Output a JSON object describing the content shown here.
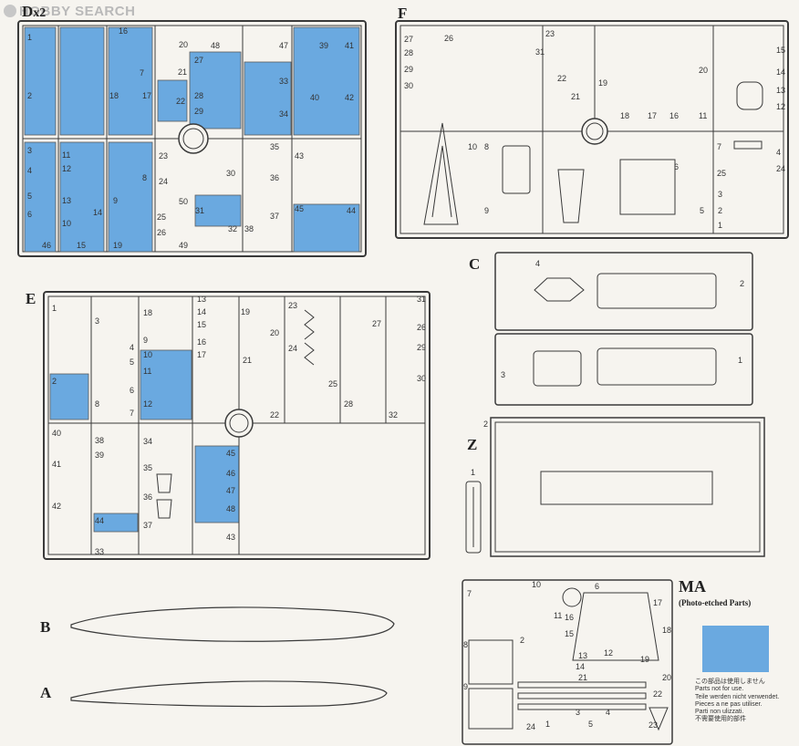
{
  "watermark": "HOBBY SEARCH",
  "sprue_labels": {
    "d": "D",
    "d_count": "x2",
    "f": "F",
    "e": "E",
    "c": "C",
    "z": "Z",
    "b": "B",
    "a": "A",
    "ma": "MA"
  },
  "ma_subtitle": "(Photo-etched Parts)",
  "colors": {
    "unused_fill": "#6aa9e0",
    "line": "#3a3a3a",
    "background": "#f6f4ef"
  },
  "legend_note": [
    "この部品は使用しません",
    "Parts not for use.",
    "Teile werden nicht verwendet.",
    "Pieces a ne pas utiliser.",
    "Parti non ulizzati.",
    "不需要使用的部件"
  ],
  "part_numbers": {
    "d": [
      "1",
      "2",
      "16",
      "20",
      "21",
      "22",
      "47",
      "48",
      "27",
      "29",
      "28",
      "33",
      "34",
      "39",
      "40",
      "41",
      "42",
      "17",
      "18",
      "3",
      "4",
      "5",
      "11",
      "12",
      "13",
      "14",
      "15",
      "19",
      "23",
      "24",
      "25",
      "26",
      "30",
      "31",
      "32",
      "35",
      "36",
      "37",
      "38",
      "43",
      "44",
      "45",
      "46",
      "49",
      "50",
      "6",
      "7",
      "8",
      "9",
      "10"
    ],
    "f": [
      "27",
      "26",
      "23",
      "28",
      "29",
      "30",
      "31",
      "22",
      "15",
      "14",
      "13",
      "12",
      "11",
      "19",
      "20",
      "21",
      "10",
      "18",
      "17",
      "16",
      "8",
      "7",
      "6",
      "5",
      "4",
      "3",
      "2",
      "1",
      "9",
      "25",
      "24"
    ],
    "e": [
      "1",
      "2",
      "3",
      "4",
      "5",
      "6",
      "7",
      "8",
      "9",
      "10",
      "11",
      "12",
      "13",
      "14",
      "15",
      "16",
      "17",
      "18",
      "19",
      "20",
      "21",
      "22",
      "23",
      "24",
      "25",
      "26",
      "27",
      "28",
      "29",
      "30",
      "31",
      "32",
      "33",
      "34",
      "35",
      "36",
      "37",
      "38",
      "39",
      "40",
      "41",
      "42",
      "43",
      "44",
      "45",
      "46",
      "47",
      "48"
    ],
    "c": [
      "4",
      "2",
      "3",
      "1"
    ],
    "z": [
      "2",
      "1"
    ],
    "ma": [
      "1",
      "2",
      "3",
      "4",
      "5",
      "6",
      "7",
      "8",
      "9",
      "10",
      "11",
      "12",
      "13",
      "14",
      "15",
      "16",
      "17",
      "18",
      "19",
      "20",
      "21",
      "22",
      "23",
      "24"
    ]
  }
}
